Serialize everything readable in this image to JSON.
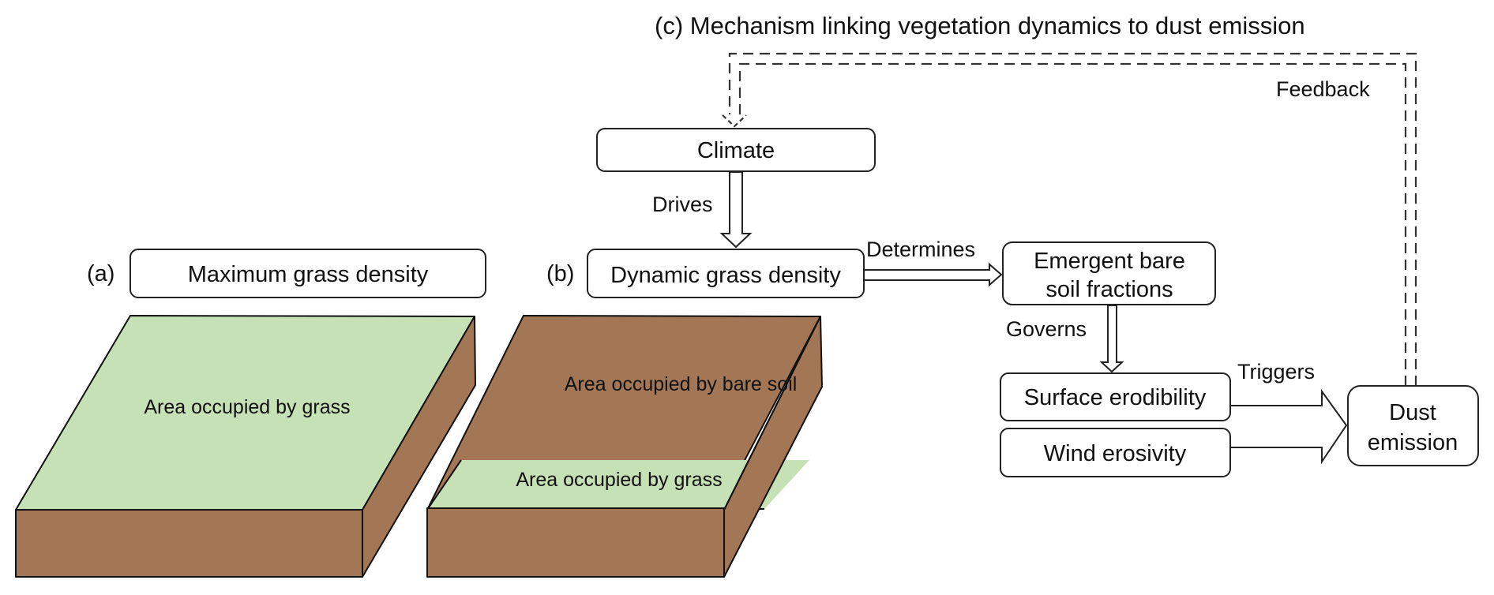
{
  "colors": {
    "grass": "#c6e1b6",
    "soil": "#a37756",
    "outline": "#111111"
  },
  "panel_a": {
    "tag": "(a)",
    "box_label": "Maximum grass density",
    "grass_area_label": "Area occupied by grass"
  },
  "panel_b": {
    "tag": "(b)",
    "box_label": "Dynamic grass density",
    "soil_area_label": "Area occupied by bare soil",
    "grass_area_label": "Area occupied by grass"
  },
  "panel_c": {
    "title": "(c) Mechanism linking vegetation dynamics to dust emission",
    "nodes": {
      "climate": "Climate",
      "bare_soil_line1": "Emergent bare",
      "bare_soil_line2": "soil fractions",
      "surface_erodibility": "Surface erodibility",
      "wind_erosivity": "Wind erosivity",
      "dust_line1": "Dust",
      "dust_line2": "emission"
    },
    "edges": {
      "drives": "Drives",
      "determines": "Determines",
      "governs": "Governs",
      "triggers": "Triggers",
      "feedback": "Feedback"
    }
  }
}
